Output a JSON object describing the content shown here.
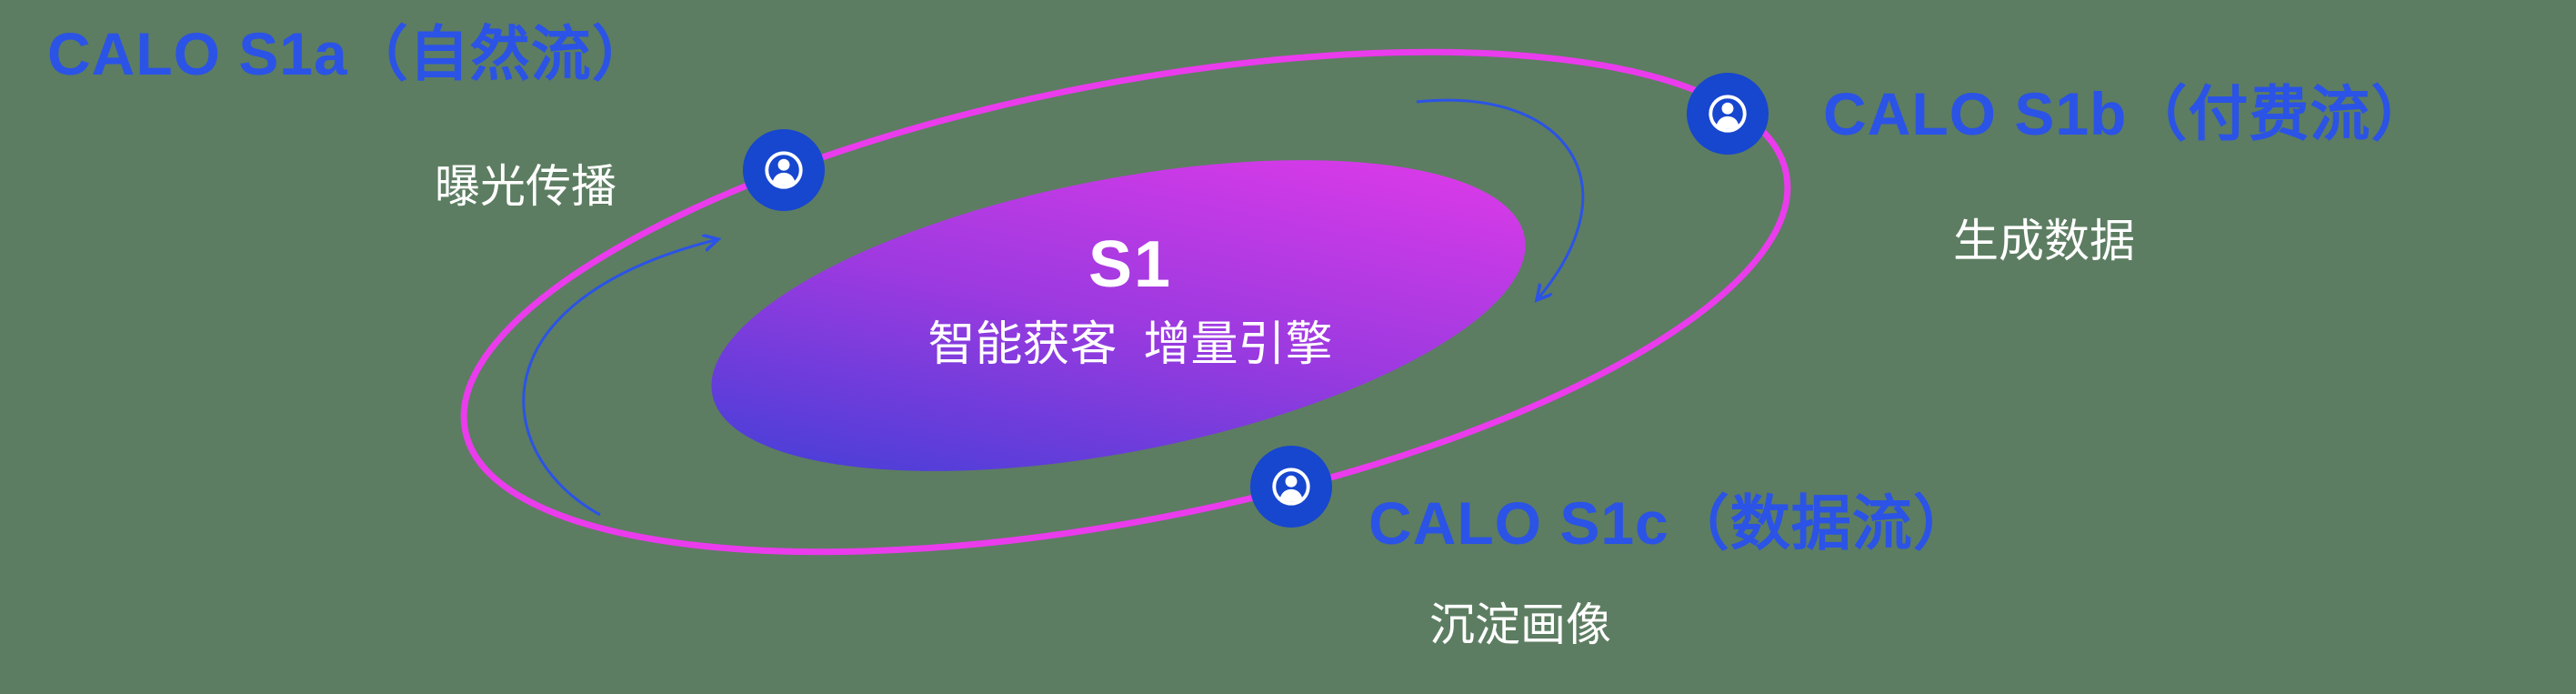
{
  "colors": {
    "background": "#5c7d61",
    "label_blue": "#2b53e6",
    "ring_magenta": "#ea3cec",
    "icon_blue": "#1746cf",
    "core_gradient_start": "#3f3fd6",
    "core_gradient_end": "#e23ae9",
    "text_white": "#ffffff"
  },
  "center": {
    "title": "S1",
    "subtitle": "智能获客  增量引擎"
  },
  "nodes": [
    {
      "label": "CALO S1a（自然流）",
      "sublabel": "曝光传播"
    },
    {
      "label": "CALO S1b（付费流）",
      "sublabel": "生成数据"
    },
    {
      "label": "CALO S1c（数据流）",
      "sublabel": "沉淀画像"
    }
  ]
}
